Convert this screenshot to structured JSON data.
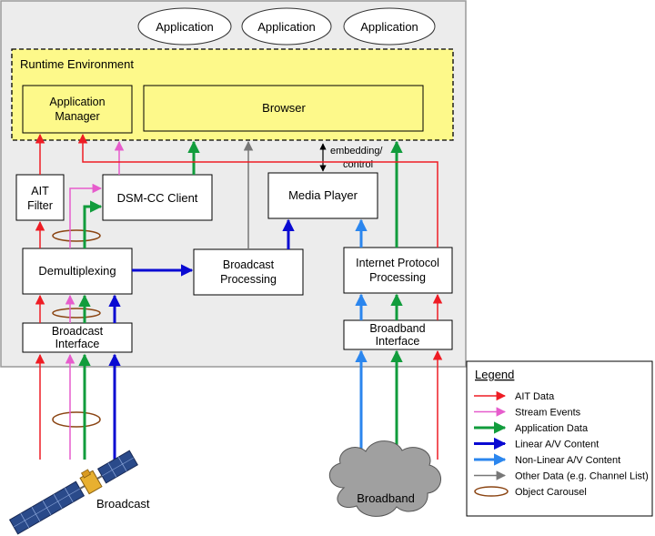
{
  "applications": [
    "Application",
    "Application",
    "Application"
  ],
  "runtime_environment": "Runtime Environment",
  "application_manager": [
    "Application",
    "Manager"
  ],
  "browser": "Browser",
  "ait_filter": [
    "AIT",
    "Filter"
  ],
  "dsmcc_client": "DSM-CC Client",
  "media_player": "Media Player",
  "embedding_control": [
    "embedding/",
    "control"
  ],
  "demultiplexing": "Demultiplexing",
  "broadcast_processing": [
    "Broadcast",
    "Processing"
  ],
  "ip_processing": [
    "Internet Protocol",
    "Processing"
  ],
  "broadcast_interface": [
    "Broadcast",
    "Interface"
  ],
  "broadband_interface": [
    "Broadband",
    "Interface"
  ],
  "broadcast_label": "Broadcast",
  "broadband_label": "Broadband",
  "legend": {
    "title": "Legend",
    "items": [
      {
        "label": "AIT Data",
        "kind": "arrow",
        "color": "#ee1c24"
      },
      {
        "label": "Stream Events",
        "kind": "arrow",
        "color": "#e65ccc"
      },
      {
        "label": "Application Data",
        "kind": "arrow",
        "color": "#119c3c"
      },
      {
        "label": "Linear A/V Content",
        "kind": "arrow",
        "color": "#0a0ad2"
      },
      {
        "label": "Non-Linear A/V Content",
        "kind": "arrow",
        "color": "#2b86ee"
      },
      {
        "label": "Other Data (e.g. Channel List)",
        "kind": "arrow",
        "color": "#777777"
      },
      {
        "label": "Object Carousel",
        "kind": "ellipse",
        "color": "#8b4513"
      }
    ]
  },
  "colors": {
    "ait": "#ee1c24",
    "stream": "#e65ccc",
    "appdata": "#119c3c",
    "linear": "#0a0ad2",
    "nonlinear": "#2b86ee",
    "other": "#777777",
    "carousel": "#8b4513",
    "runtime_fill": "#fdf98a",
    "terminal_fill": "#ececec"
  }
}
